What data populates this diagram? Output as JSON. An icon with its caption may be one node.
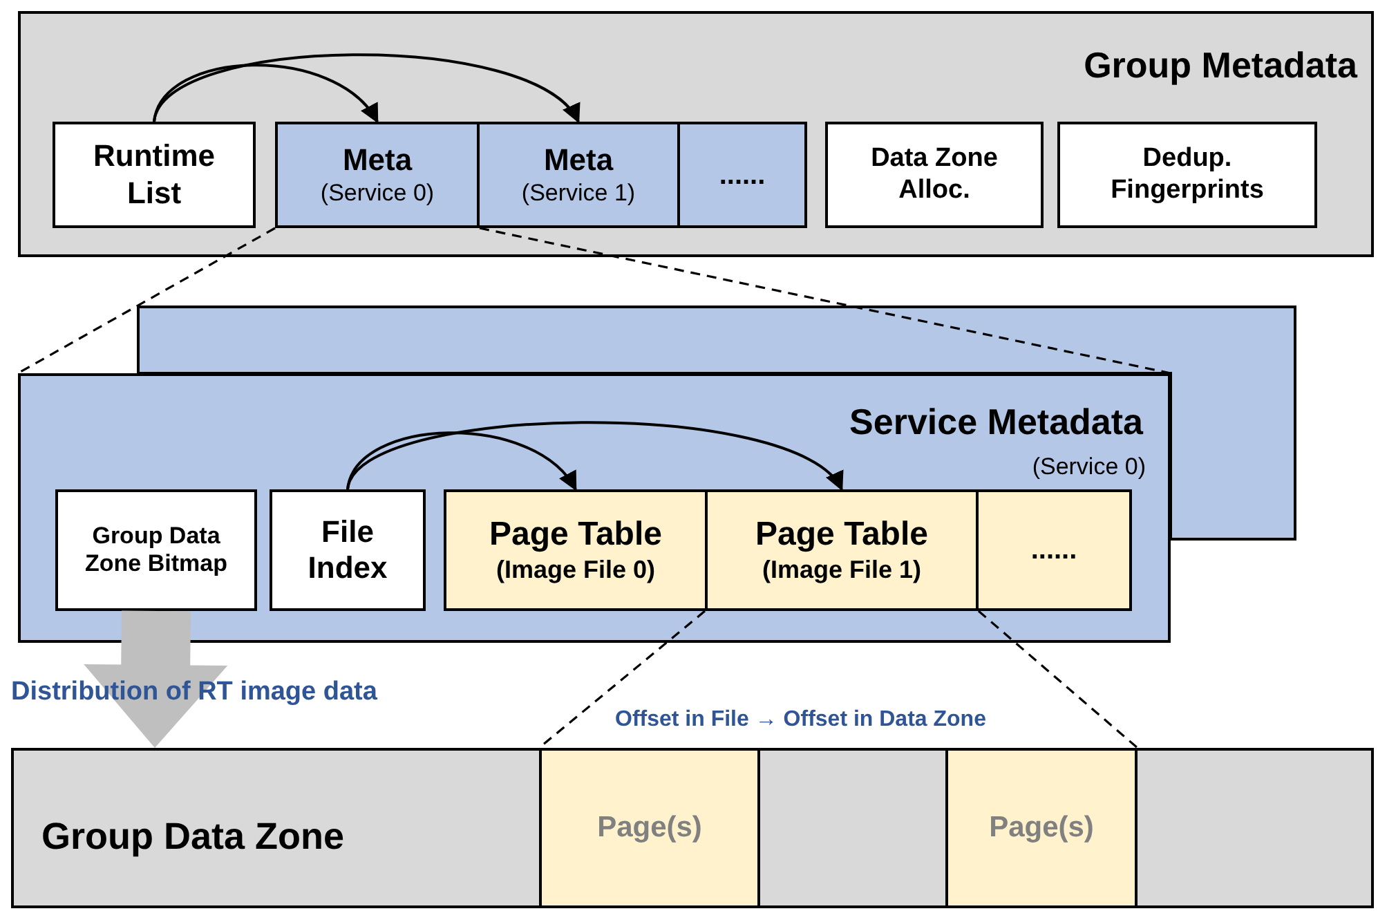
{
  "diagram": {
    "nodes": [
      {
        "text": [
          "Group Metadata"
        ]
      },
      {
        "text": [
          "Runtime List"
        ],
        "in": 0
      },
      {
        "text": [
          "Meta",
          "(Service 0)"
        ],
        "in": 0
      },
      {
        "text": [
          "Meta",
          "(Service 1)"
        ],
        "in": 0
      },
      {
        "text": [
          "......"
        ],
        "in": 0
      },
      {
        "text": [
          "Data Zone Alloc."
        ],
        "in": 0
      },
      {
        "text": [
          "Dedup. Fingerprints"
        ],
        "in": 0
      },
      {
        "text": [
          "Service Metadata",
          "(Service 0)"
        ]
      },
      {
        "text": [
          "Group Data Zone Bitmap"
        ],
        "in": 7
      },
      {
        "text": [
          "File Index"
        ],
        "in": 7
      },
      {
        "text": [
          "Page Table",
          "(Image File 0)"
        ],
        "in": 7
      },
      {
        "text": [
          "Page Table",
          "(Image File 1)"
        ],
        "in": 7
      },
      {
        "text": [
          "......"
        ],
        "in": 7
      },
      {
        "text": [
          "Group Data Zone"
        ]
      },
      {
        "text": [
          "Page(s)"
        ],
        "in": 13
      },
      {
        "text": [
          "Page(s)"
        ],
        "in": 13
      }
    ],
    "edges": [
      {
        "from": 1,
        "to": 2,
        "arrow": "to"
      },
      {
        "from": 1,
        "to": 3,
        "arrow": "to"
      },
      {
        "from": 2,
        "to": 7,
        "arrow": "none",
        "style": "dashed"
      },
      {
        "from": 2,
        "to": 7,
        "arrow": "none",
        "style": "dashed"
      },
      {
        "from": 9,
        "to": 10,
        "arrow": "to"
      },
      {
        "from": 9,
        "to": 11,
        "arrow": "to"
      },
      {
        "from": 11,
        "to": 14,
        "arrow": "none",
        "style": "dashed"
      },
      {
        "from": 11,
        "to": 15,
        "arrow": "none",
        "style": "dashed"
      },
      {
        "from": 8,
        "to": 13,
        "arrow": "to",
        "style": "thick",
        "color": "#bfbfbf"
      }
    ],
    "labels": [
      "Distribution of RT image data",
      "Offset in File → Offset in Data Zone"
    ]
  }
}
